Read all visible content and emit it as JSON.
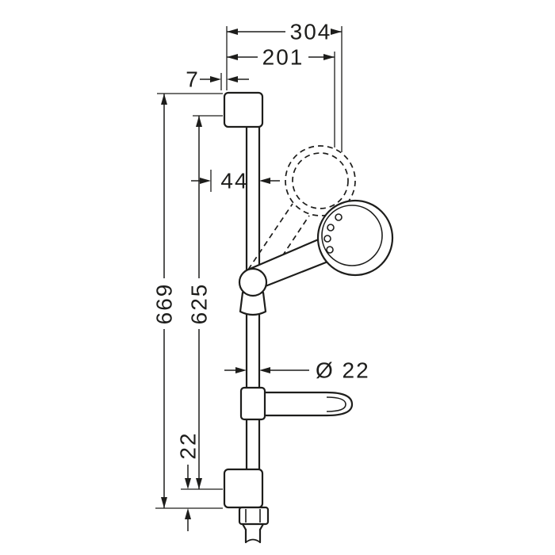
{
  "page": {
    "background": "#ffffff"
  },
  "drawing": {
    "type": "technical-dimension-drawing",
    "description": "shower slide bar set with hand shower, holder, soap dish and hose",
    "line_color": "#1d1d1b",
    "dimensions": {
      "overall_width": "304",
      "handshower_reach": "201",
      "top_edge_offset": "7",
      "holder_offset": "44",
      "rail_overall_length": "669",
      "mounting_hole_distance": "625",
      "rail_diameter": "Ø 22",
      "bottom_hole_to_end": "22"
    }
  }
}
